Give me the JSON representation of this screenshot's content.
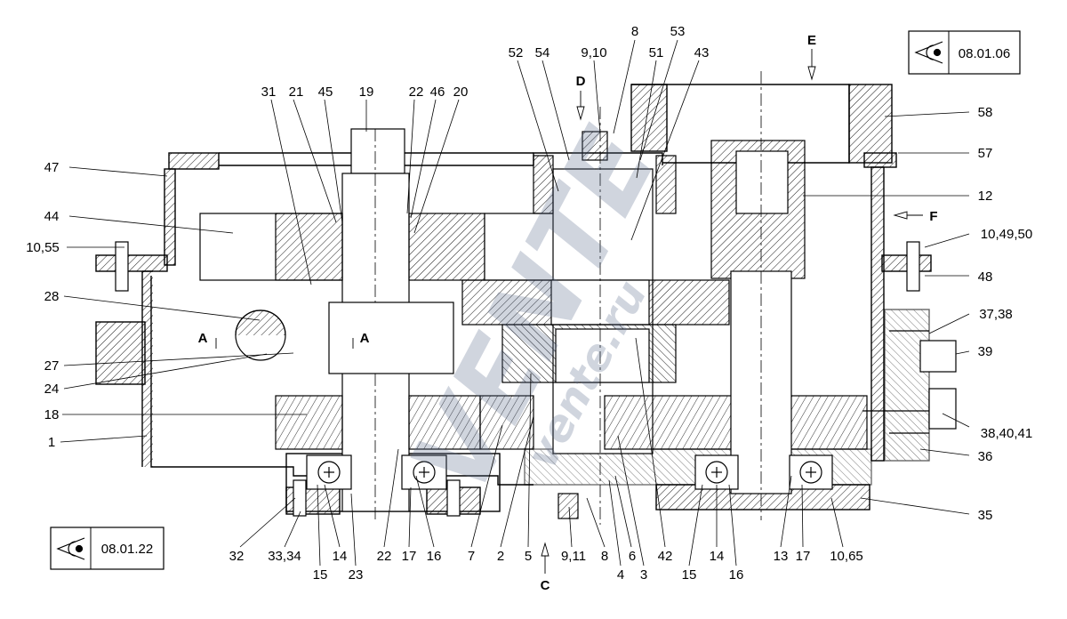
{
  "reference_boxes": [
    {
      "code": "08.01.06",
      "icon": "eye-icon"
    },
    {
      "code": "08.01.22",
      "icon": "eye-icon"
    }
  ],
  "view_markers": [
    {
      "letter": "D"
    },
    {
      "letter": "E"
    },
    {
      "letter": "F"
    },
    {
      "letter": "C"
    }
  ],
  "section_markers": [
    {
      "letter": "A"
    },
    {
      "letter": "A"
    }
  ],
  "callouts_top": [
    "31",
    "21",
    "45",
    "19",
    "22",
    "46",
    "20",
    "52",
    "54",
    "9,10",
    "8",
    "53",
    "51",
    "43"
  ],
  "callouts_left": [
    "47",
    "44",
    "10,55",
    "28",
    "27",
    "24",
    "18",
    "1"
  ],
  "callouts_right": [
    "58",
    "57",
    "12",
    "10,49,50",
    "48",
    "37,38",
    "39",
    "38,40,41",
    "36",
    "35"
  ],
  "callouts_bottom": [
    "32",
    "33,34",
    "14",
    "15",
    "23",
    "22",
    "17",
    "16",
    "7",
    "2",
    "5",
    "9,11",
    "8",
    "4",
    "6",
    "3",
    "42",
    "15",
    "14",
    "16",
    "13",
    "17",
    "10,65"
  ],
  "watermark": {
    "text": "VENTE",
    "subtext": "vente.ru"
  }
}
